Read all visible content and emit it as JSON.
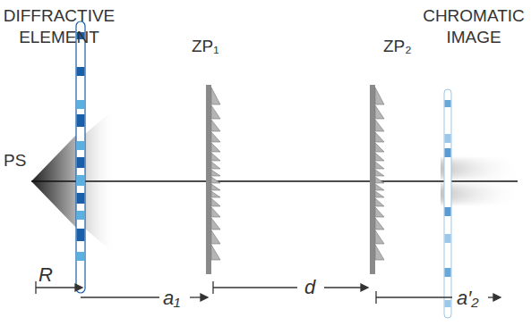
{
  "diagram": {
    "labels": [
      "DIFFRACTIVE ELEMENT",
      "ZP₁",
      "ZP₂",
      "CHROMATIC IMAGE",
      "PS",
      "R",
      "a₁",
      "d",
      "a′₂"
    ]
  }
}
